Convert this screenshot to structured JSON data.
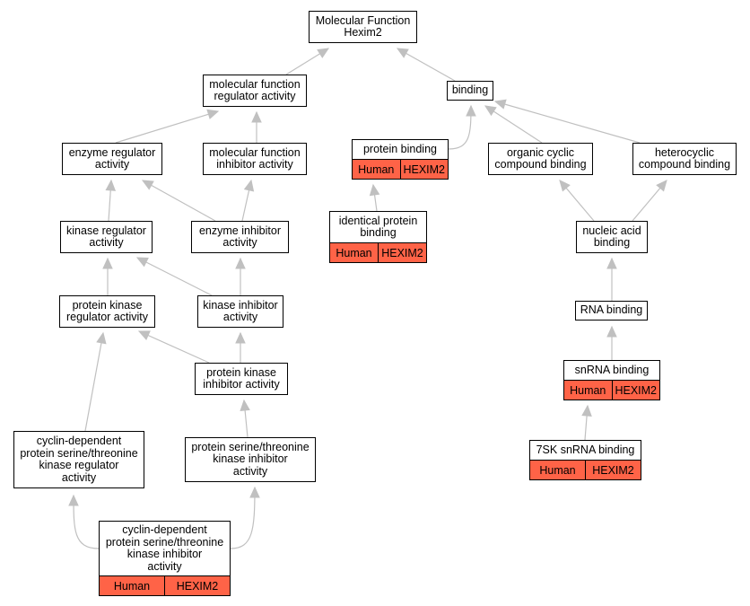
{
  "graph": {
    "root": {
      "line1": "Molecular Function",
      "line2": "Hexim2"
    },
    "nodes": {
      "mf_regulator": "molecular function\nregulator activity",
      "binding": "binding",
      "enzyme_regulator": "enzyme regulator\nactivity",
      "mf_inhibitor": "molecular function\ninhibitor activity",
      "protein_binding": "protein binding",
      "organic_cyclic": "organic cyclic\ncompound binding",
      "heterocyclic": "heterocyclic\ncompound binding",
      "identical_protein": "identical protein\nbinding",
      "kinase_regulator": "kinase regulator\nactivity",
      "enzyme_inhibitor": "enzyme inhibitor\nactivity",
      "nucleic_acid": "nucleic acid\nbinding",
      "pk_regulator": "protein kinase\nregulator activity",
      "kinase_inhibitor": "kinase inhibitor\nactivity",
      "rna_binding": "RNA binding",
      "pk_inhibitor": "protein kinase\ninhibitor activity",
      "snrna_binding": "snRNA binding",
      "cdk_regulator": "cyclin-dependent\nprotein serine/threonine\nkinase regulator\nactivity",
      "pst_inhibitor": "protein serine/threonine\nkinase inhibitor\nactivity",
      "sk7_binding": "7SK snRNA binding",
      "cdk_inhibitor": "cyclin-dependent\nprotein serine/threonine\nkinase inhibitor\nactivity"
    },
    "annotation": {
      "species": "Human",
      "gene": "HEXIM2"
    },
    "colors": {
      "annotation_fill": "#ff6347",
      "edge": "#c0c0c0",
      "border": "#000000"
    }
  }
}
